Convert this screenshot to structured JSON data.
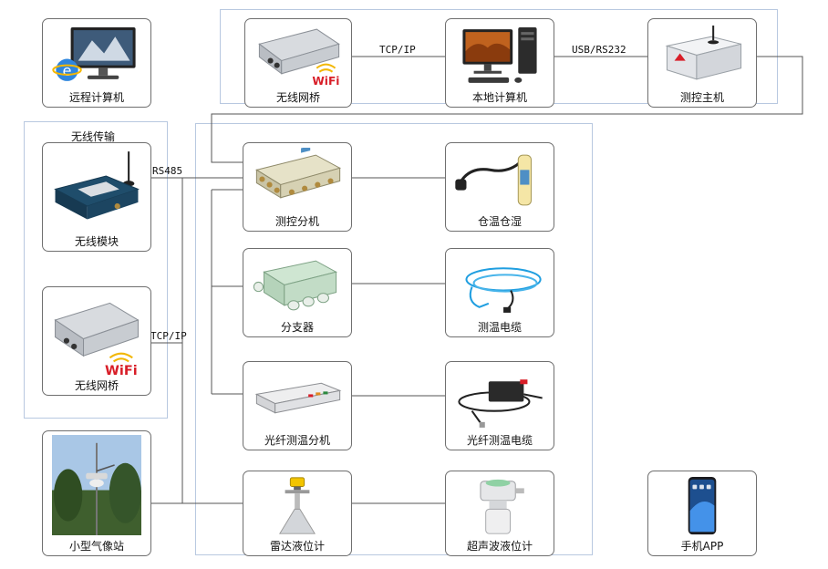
{
  "nodes": {
    "remote_pc": "远程计算机",
    "bridge_top": "无线网桥",
    "local_pc": "本地计算机",
    "control_host": "测控主机",
    "control_ext": "测控分机",
    "temp_humidity": "仓温仓湿",
    "wireless_module": "无线模块",
    "splitter": "分支器",
    "temp_cable": "测温电缆",
    "bridge_left": "无线网桥",
    "fiber_ext": "光纤测温分机",
    "fiber_cable": "光纤测温电缆",
    "weather_station": "小型气像站",
    "radar_level": "雷达液位计",
    "ultrasonic_level": "超声波液位计",
    "phone_app": "手机APP"
  },
  "groups": {
    "wireless_transmission": "无线传输"
  },
  "links": {
    "tcp_top": "TCP/IP",
    "usb_rs232": "USB/RS232",
    "rs485": "RS485",
    "tcp_left": "TCP/IP"
  },
  "wifi_logo": "WiFi",
  "colors": {
    "line": "#555555",
    "frame": "#b8c8e0",
    "box_border": "#6f6f6f",
    "wifi_red": "#d81e28",
    "wifi_yellow": "#f2b705"
  }
}
